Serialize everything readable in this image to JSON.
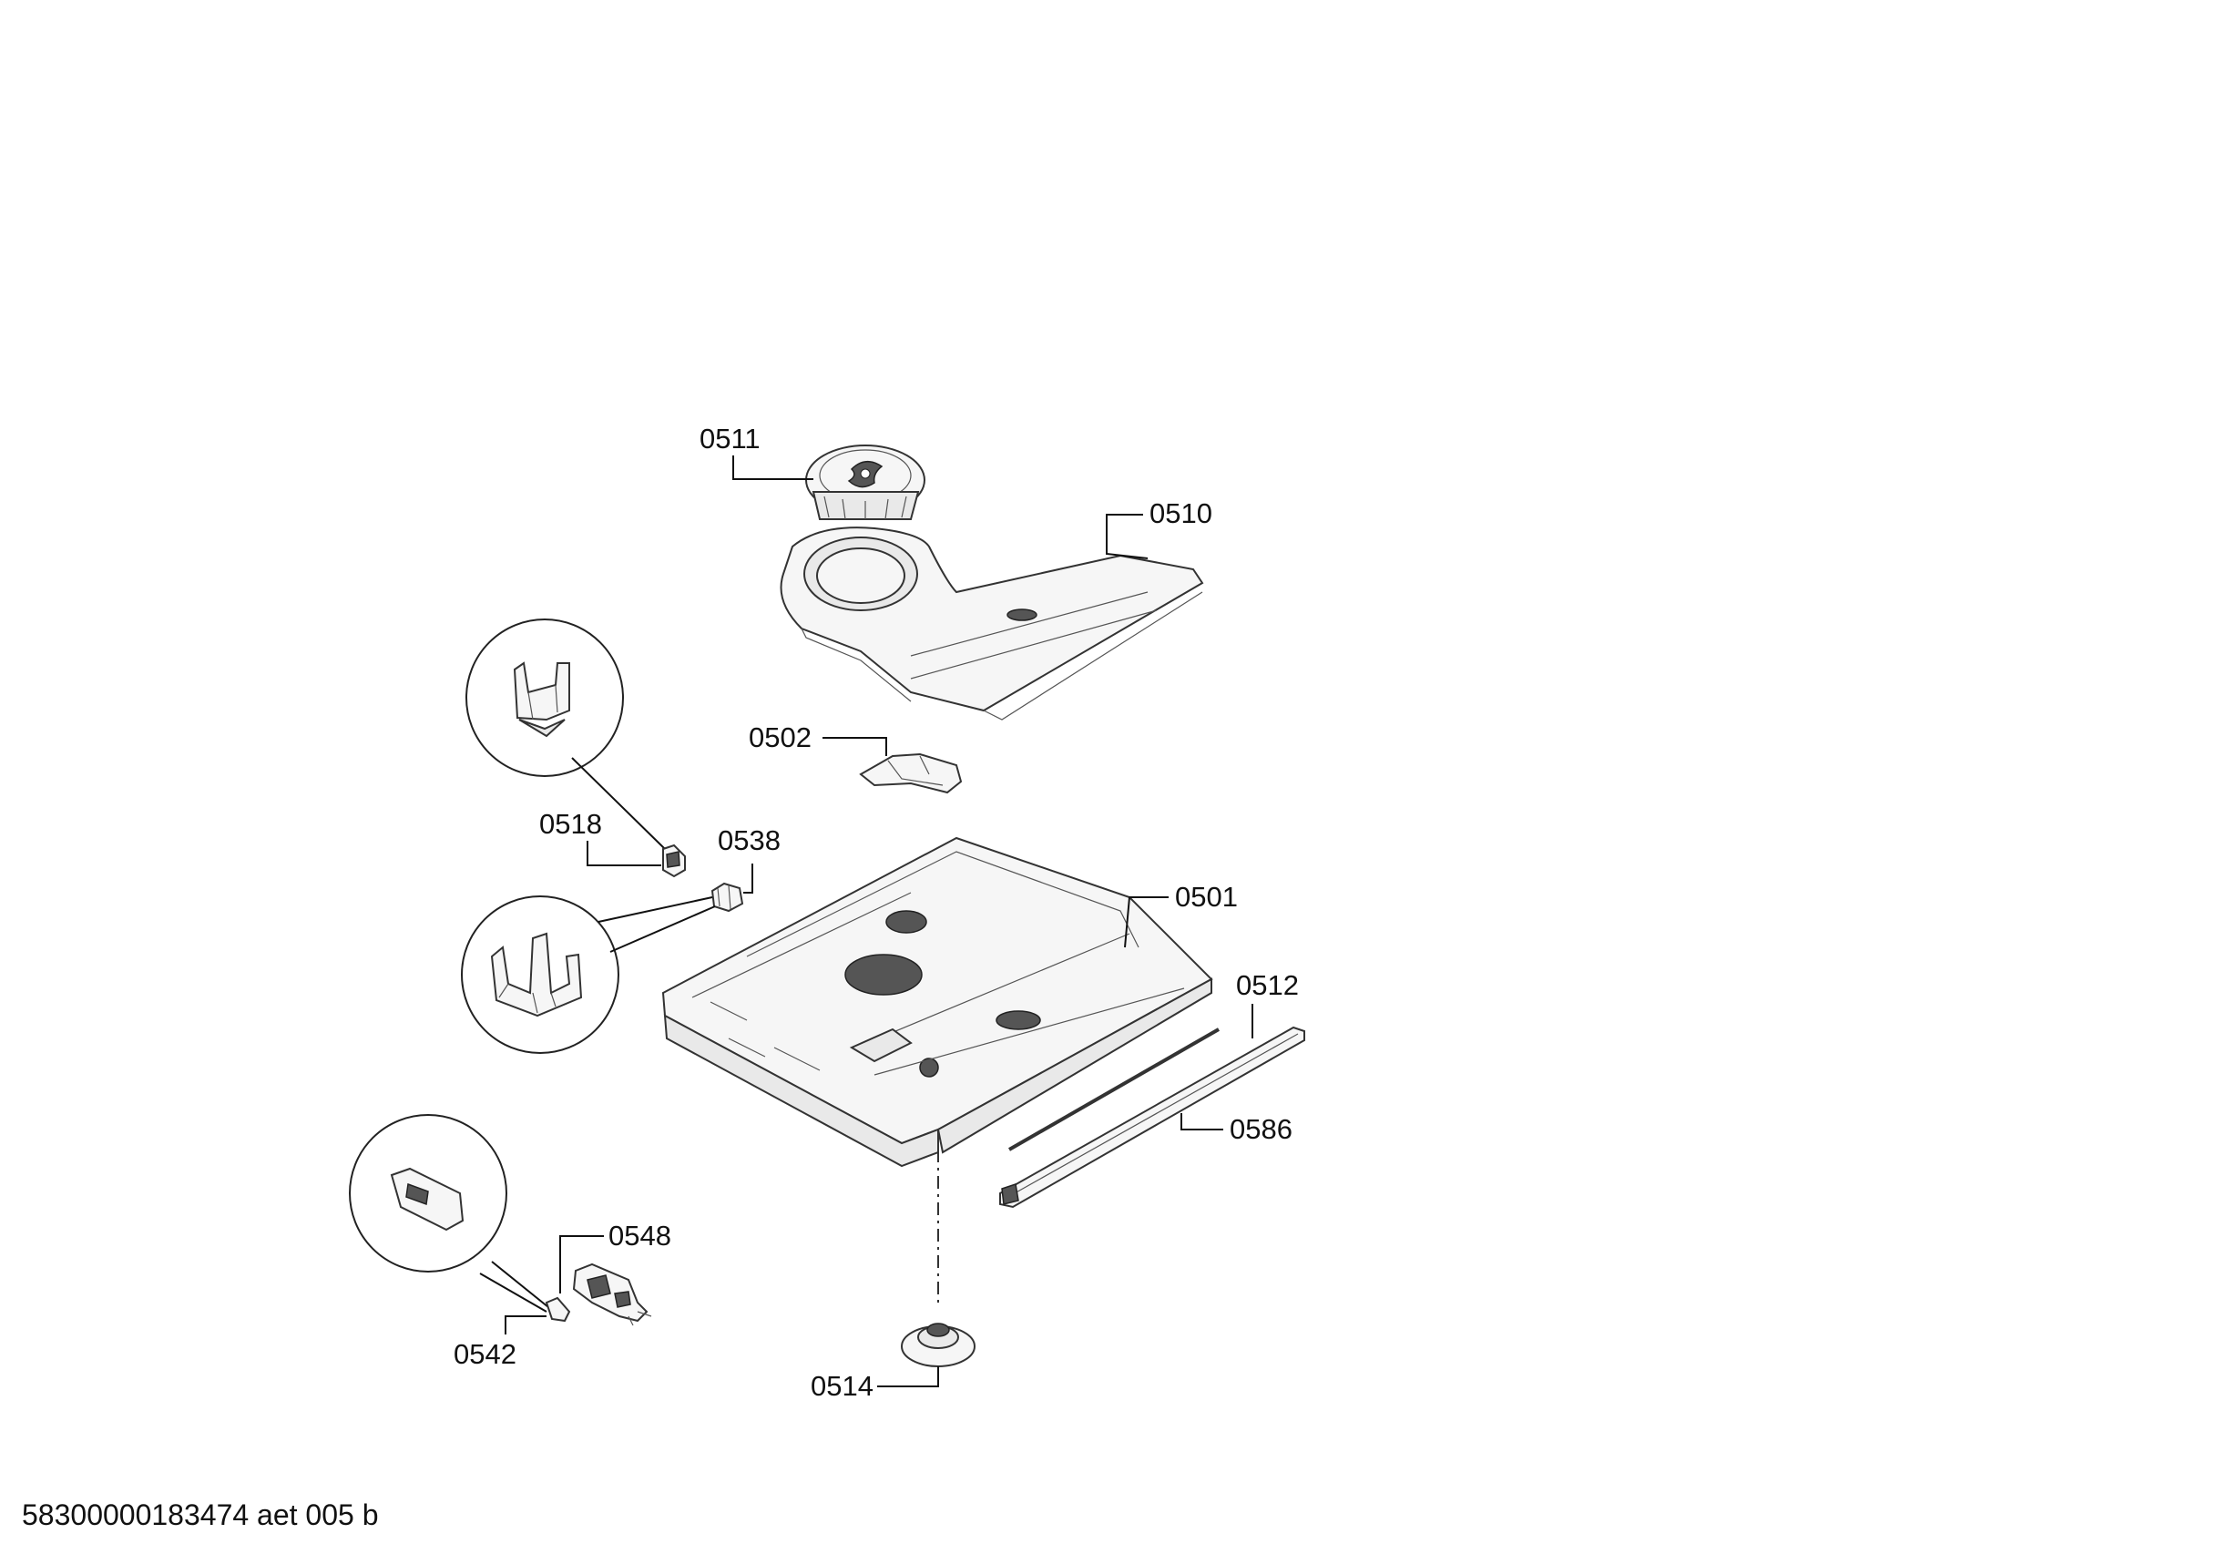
{
  "labels": {
    "p0511": "0511",
    "p0510": "0510",
    "p0502": "0502",
    "p0518": "0518",
    "p0538": "0538",
    "p0501": "0501",
    "p0512": "0512",
    "p0586": "0586",
    "p0548": "0548",
    "p0542": "0542",
    "p0514": "0514"
  },
  "footer": "58300000183474 aet 005 b"
}
